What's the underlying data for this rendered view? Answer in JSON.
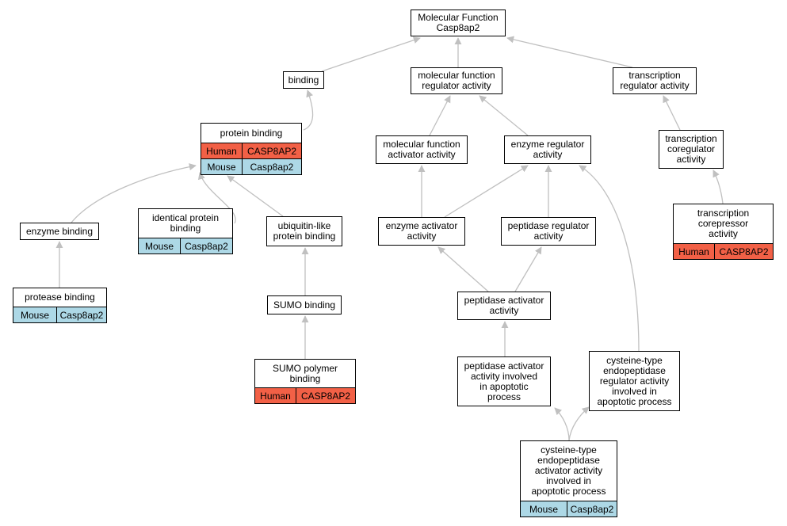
{
  "diagram": {
    "colors": {
      "human": "#f26046",
      "mouse": "#add8e6",
      "edge": "#c0c0c0",
      "border": "#000000"
    },
    "nodes": {
      "root": {
        "label": "Molecular Function\nCasp8ap2"
      },
      "binding": {
        "label": "binding"
      },
      "mfra": {
        "label": "molecular function\nregulator activity"
      },
      "tra": {
        "label": "transcription\nregulator activity"
      },
      "pb": {
        "label": "protein binding",
        "rows": [
          [
            "Human",
            "CASP8AP2"
          ],
          [
            "Mouse",
            "Casp8ap2"
          ]
        ]
      },
      "mfaa": {
        "label": "molecular function\nactivator activity"
      },
      "era": {
        "label": "enzyme regulator\nactivity"
      },
      "tca": {
        "label": "transcription\ncoregulator\nactivity"
      },
      "eb": {
        "label": "enzyme binding"
      },
      "ipb": {
        "label": "identical protein\nbinding",
        "rows": [
          [
            "Mouse",
            "Casp8ap2"
          ]
        ]
      },
      "ulpb": {
        "label": "ubiquitin-like\nprotein binding"
      },
      "eaa": {
        "label": "enzyme activator\nactivity"
      },
      "pra": {
        "label": "peptidase regulator\nactivity"
      },
      "tcra": {
        "label": "transcription\ncorepressor\nactivity",
        "rows": [
          [
            "Human",
            "CASP8AP2"
          ]
        ]
      },
      "prb": {
        "label": "protease binding",
        "rows": [
          [
            "Mouse",
            "Casp8ap2"
          ]
        ]
      },
      "sumob": {
        "label": "SUMO binding"
      },
      "paa": {
        "label": "peptidase activator\nactivity"
      },
      "sumopb": {
        "label": "SUMO polymer\nbinding",
        "rows": [
          [
            "Human",
            "CASP8AP2"
          ]
        ]
      },
      "paaap": {
        "label": "peptidase activator\nactivity involved\nin apoptotic\nprocess"
      },
      "cteraap": {
        "label": "cysteine-type\nendopeptidase\nregulator activity\ninvolved in\napoptotic process"
      },
      "cteaaap": {
        "label": "cysteine-type\nendopeptidase\nactivator activity\ninvolved in\napoptotic process",
        "rows": [
          [
            "Mouse",
            "Casp8ap2"
          ]
        ]
      }
    }
  }
}
